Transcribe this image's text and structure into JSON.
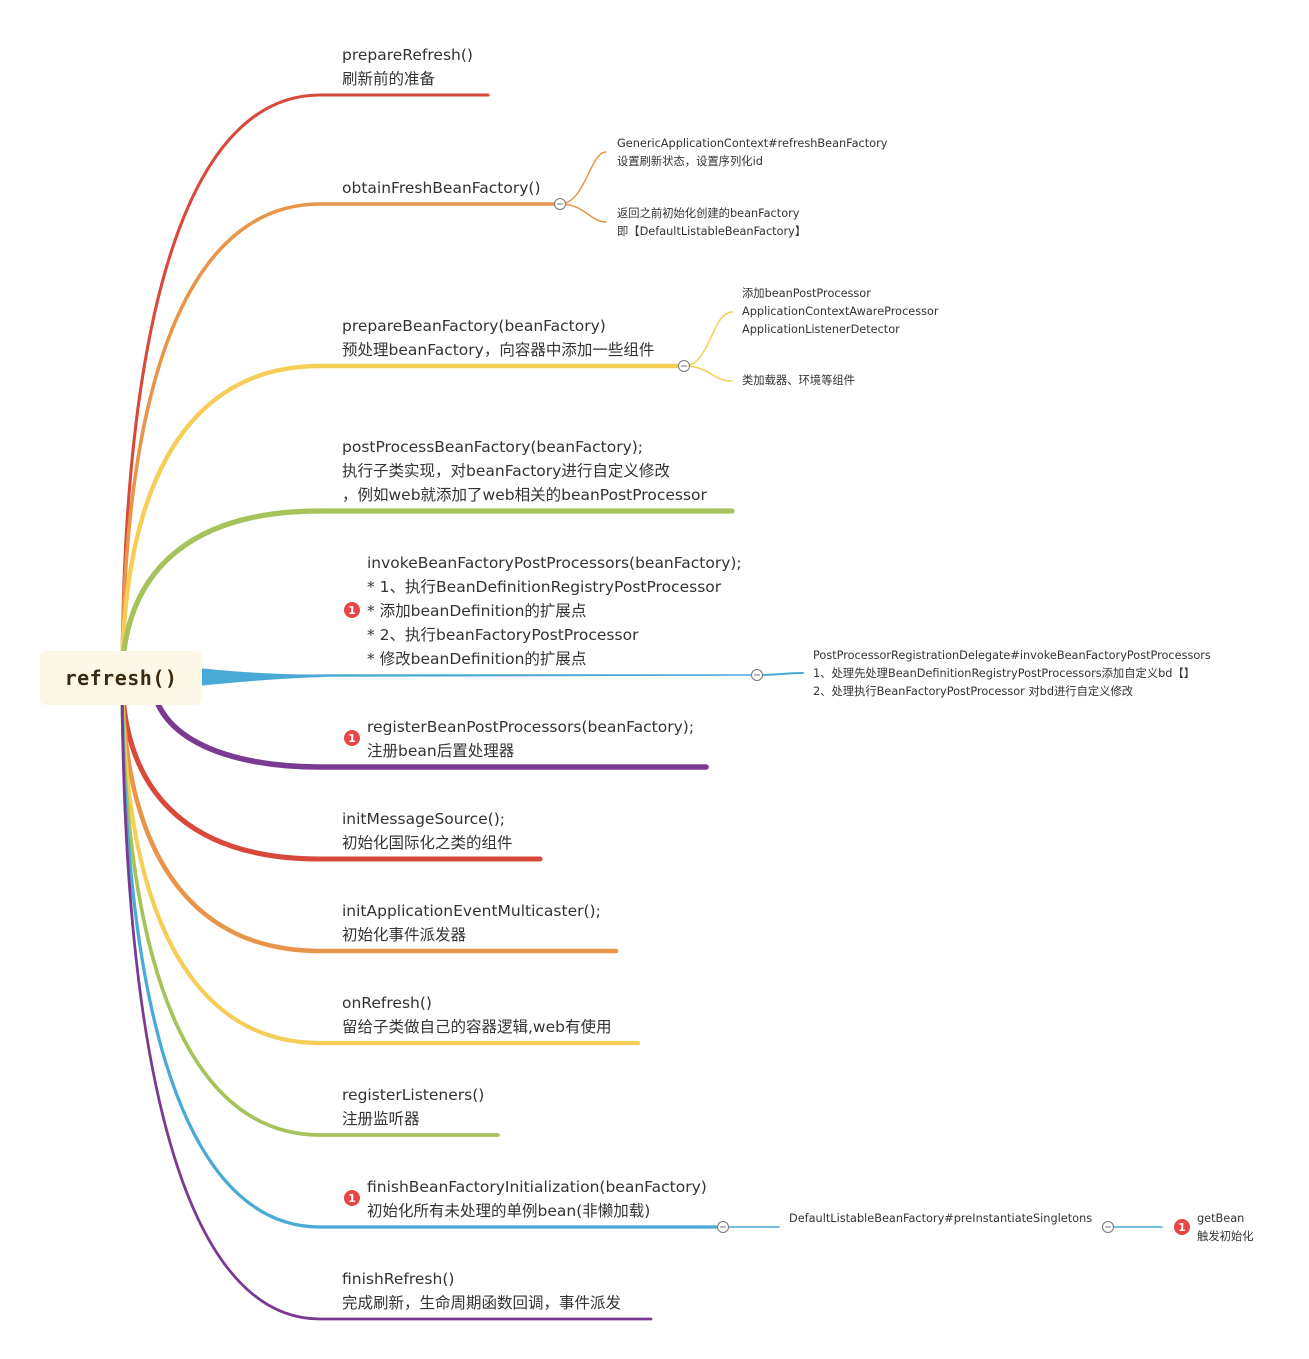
{
  "root": {
    "label": "refresh()"
  },
  "marker_symbol": "1",
  "colors": {
    "red": "#d9493a",
    "orange": "#e8954a",
    "yellow": "#f5cd57",
    "green": "#a5c35a",
    "blue": "#4aaad6",
    "purple": "#7a3a92",
    "marker": "#e84545",
    "root_bg": "#fdf8e6"
  },
  "steps": [
    {
      "lines": [
        "prepareRefresh()",
        "刷新前的准备"
      ],
      "color": "red",
      "marker": false
    },
    {
      "lines": [
        "obtainFreshBeanFactory()"
      ],
      "color": "orange",
      "marker": false
    },
    {
      "lines": [
        "prepareBeanFactory(beanFactory)",
        "预处理beanFactory，向容器中添加一些组件"
      ],
      "color": "yellow",
      "marker": false
    },
    {
      "lines": [
        "postProcessBeanFactory(beanFactory);",
        "执行子类实现，对beanFactory进行自定义修改",
        "，例如web就添加了web相关的beanPostProcessor"
      ],
      "color": "green",
      "marker": false
    },
    {
      "lines": [
        "invokeBeanFactoryPostProcessors(beanFactory);",
        "* 1、执行BeanDefinitionRegistryPostProcessor",
        "* 添加beanDefinition的扩展点",
        "* 2、执行beanFactoryPostProcessor",
        "* 修改beanDefinition的扩展点"
      ],
      "color": "blue",
      "marker": true
    },
    {
      "lines": [
        "registerBeanPostProcessors(beanFactory);",
        "注册bean后置处理器"
      ],
      "color": "purple",
      "marker": true
    },
    {
      "lines": [
        "initMessageSource();",
        "初始化国际化之类的组件"
      ],
      "color": "red",
      "marker": false
    },
    {
      "lines": [
        "initApplicationEventMulticaster();",
        "初始化事件派发器"
      ],
      "color": "orange",
      "marker": false
    },
    {
      "lines": [
        "onRefresh()",
        "留给子类做自己的容器逻辑,web有使用"
      ],
      "color": "yellow",
      "marker": false
    },
    {
      "lines": [
        "registerListeners()",
        "注册监听器"
      ],
      "color": "green",
      "marker": false
    },
    {
      "lines": [
        "finishBeanFactoryInitialization(beanFactory)",
        "初始化所有未处理的单例bean(非懒加载)"
      ],
      "color": "blue",
      "marker": true
    },
    {
      "lines": [
        "finishRefresh()",
        "完成刷新，生命周期函数回调，事件派发"
      ],
      "color": "purple",
      "marker": false
    }
  ],
  "subnodes": {
    "obtain": [
      {
        "lines": [
          "GenericApplicationContext#refreshBeanFactory",
          "设置刷新状态，设置序列化id"
        ]
      },
      {
        "lines": [
          "返回之前初始化创建的beanFactory",
          "即【DefaultListableBeanFactory】"
        ]
      }
    ],
    "prepare": [
      {
        "lines": [
          "添加beanPostProcessor",
          "ApplicationContextAwareProcessor",
          "ApplicationListenerDetector"
        ]
      },
      {
        "lines": [
          "类加载器、环境等组件"
        ]
      }
    ],
    "invoke": [
      {
        "lines": [
          "PostProcessorRegistrationDelegate#invokeBeanFactoryPostProcessors",
          "1、处理先处理BeanDefinitionRegistryPostProcessors添加自定义bd【】",
          "2、处理执行BeanFactoryPostProcessor 对bd进行自定义修改"
        ]
      }
    ],
    "finish_init": [
      {
        "lines": [
          "DefaultListableBeanFactory#preInstantiateSingletons"
        ]
      }
    ],
    "get_bean": [
      {
        "lines": [
          "getBean",
          "触发初始化"
        ]
      }
    ]
  }
}
